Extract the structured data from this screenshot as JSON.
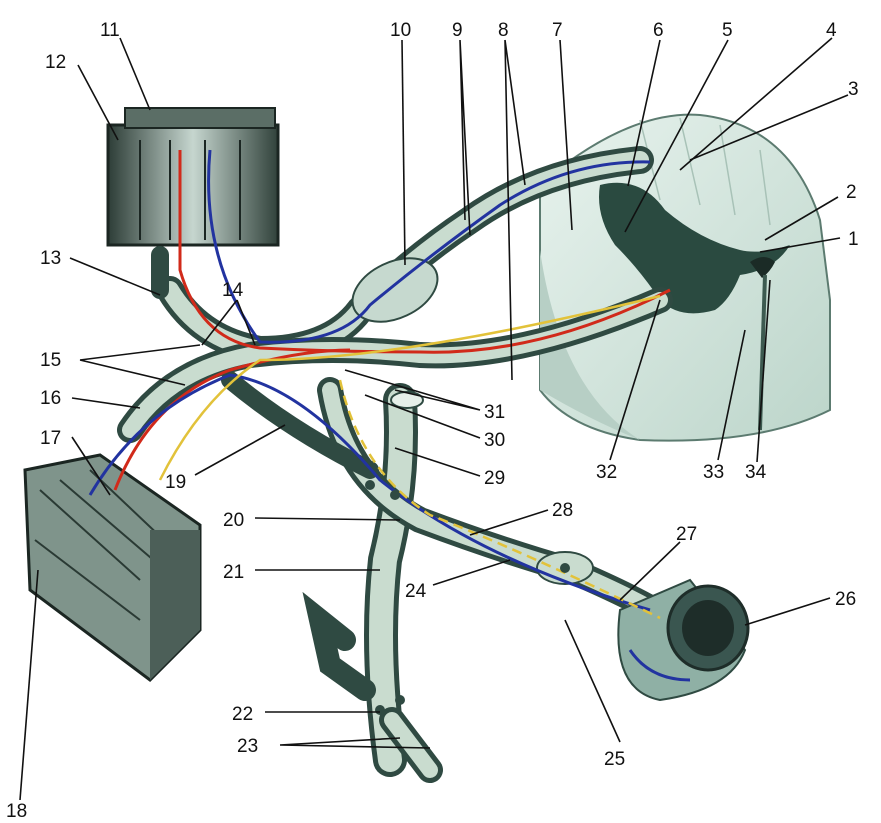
{
  "figure": {
    "labels": [
      "1",
      "2",
      "3",
      "4",
      "5",
      "6",
      "7",
      "8",
      "9",
      "10",
      "11",
      "12",
      "13",
      "14",
      "15",
      "16",
      "17",
      "18",
      "19",
      "20",
      "21",
      "22",
      "23",
      "24",
      "25",
      "26",
      "27",
      "28",
      "29",
      "30",
      "31",
      "32",
      "33",
      "34"
    ]
  },
  "colors": {
    "gray_matter": "#2a4a40",
    "white_matter": "#dfeee7",
    "motor_fiber": "#d12a1a",
    "sensory_fiber": "#2233a0",
    "visceral_fiber": "#e2c23a",
    "nerve_sheath": "#365a4f"
  }
}
